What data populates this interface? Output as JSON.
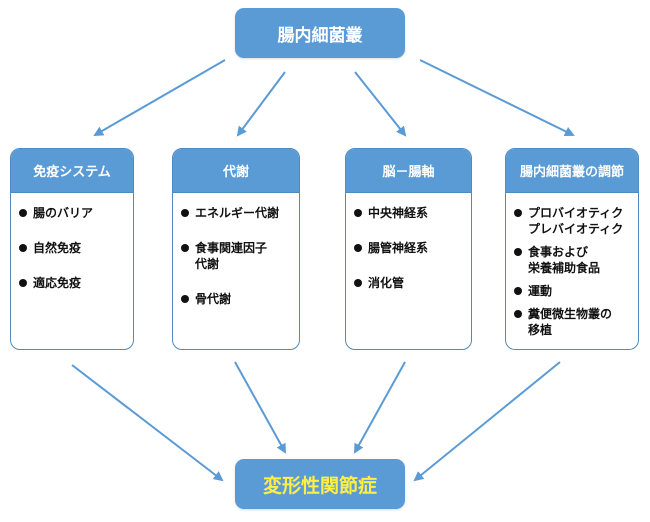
{
  "top_node": {
    "label": "腸内細菌叢"
  },
  "bottom_node": {
    "label": "変形性関節症"
  },
  "cards": [
    {
      "title": "免疫システム",
      "items": [
        [
          "腸のバリア"
        ],
        [
          "自然免疫"
        ],
        [
          "適応免疫"
        ]
      ]
    },
    {
      "title": "代謝",
      "items": [
        [
          "エネルギー代謝"
        ],
        [
          "食事関連因子",
          "代謝"
        ],
        [
          "骨代謝"
        ]
      ]
    },
    {
      "title": "脳－腸軸",
      "items": [
        [
          "中央神経系"
        ],
        [
          "腸管神経系"
        ],
        [
          "消化管"
        ]
      ]
    },
    {
      "title": "腸内細菌叢の調節",
      "items": [
        [
          "プロバイオティク",
          "プレバイオティク"
        ],
        [
          "食事および",
          "栄養補助食品"
        ],
        [
          "運動"
        ],
        [
          "糞便微生物叢の",
          "移植"
        ]
      ]
    }
  ],
  "colors": {
    "node_fill": "#5b9bd5",
    "bottom_text": "#ffee44",
    "arrow": "#5b9bd5"
  }
}
